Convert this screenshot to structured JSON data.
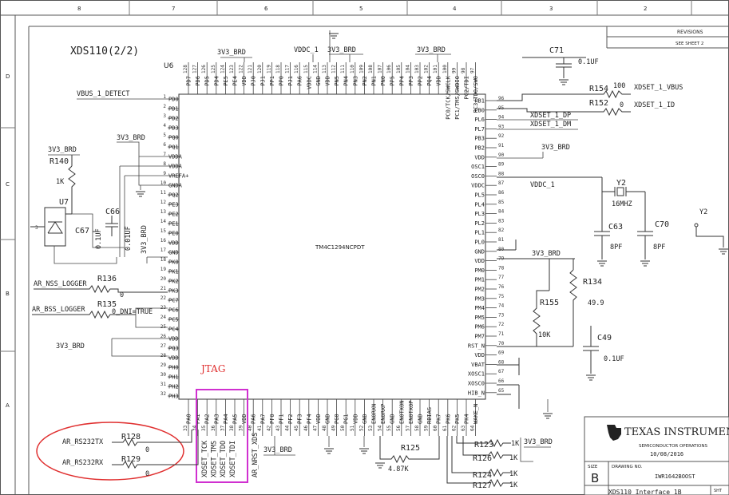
{
  "colors": {
    "jtag_box": "#d030d0",
    "jtag_label": "#e03030",
    "highlight": "#e03030",
    "wire": "#333333"
  },
  "frame": {
    "col_numbers": [
      "8",
      "7",
      "6",
      "5",
      "4",
      "3",
      "2"
    ],
    "row_letters": [
      "D",
      "C",
      "B",
      "A"
    ],
    "revisions_title": "REVISIONS",
    "revisions_note": "SEE SHEET 2"
  },
  "sheet_title": "XDS110(2/2)",
  "ic": {
    "refdes": "U6",
    "part": "TM4C1294NCPDT"
  },
  "left_pins": [
    {
      "n": "1",
      "name": "PD0"
    },
    {
      "n": "2",
      "name": "PD1"
    },
    {
      "n": "3",
      "name": "PD2"
    },
    {
      "n": "4",
      "name": "PD3"
    },
    {
      "n": "5",
      "name": "PQ0"
    },
    {
      "n": "6",
      "name": "PQ1"
    },
    {
      "n": "7",
      "name": "VDDA"
    },
    {
      "n": "8",
      "name": "VDDA"
    },
    {
      "n": "9",
      "name": "VREFA+"
    },
    {
      "n": "10",
      "name": "GNDA"
    },
    {
      "n": "11",
      "name": "PQ2"
    },
    {
      "n": "12",
      "name": "PE3"
    },
    {
      "n": "13",
      "name": "PE2"
    },
    {
      "n": "14",
      "name": "PE1"
    },
    {
      "n": "15",
      "name": "PE0"
    },
    {
      "n": "16",
      "name": "VDD"
    },
    {
      "n": "17",
      "name": "GND"
    },
    {
      "n": "18",
      "name": "PK0"
    },
    {
      "n": "19",
      "name": "PK1"
    },
    {
      "n": "20",
      "name": "PK2"
    },
    {
      "n": "21",
      "name": "PK3"
    },
    {
      "n": "22",
      "name": "PC7"
    },
    {
      "n": "23",
      "name": "PC6"
    },
    {
      "n": "24",
      "name": "PC5"
    },
    {
      "n": "25",
      "name": "PC4"
    },
    {
      "n": "26",
      "name": "VDD"
    },
    {
      "n": "27",
      "name": "PQ3"
    },
    {
      "n": "28",
      "name": "VDD"
    },
    {
      "n": "29",
      "name": "PH0"
    },
    {
      "n": "30",
      "name": "PH1"
    },
    {
      "n": "31",
      "name": "PH2"
    },
    {
      "n": "32",
      "name": "PH3"
    }
  ],
  "right_pins": [
    {
      "n": "96",
      "name": "PB1"
    },
    {
      "n": "95",
      "name": "PB0"
    },
    {
      "n": "94",
      "name": "PL6"
    },
    {
      "n": "93",
      "name": "PL7"
    },
    {
      "n": "92",
      "name": "PB3"
    },
    {
      "n": "91",
      "name": "PB2"
    },
    {
      "n": "90",
      "name": "VDD"
    },
    {
      "n": "89",
      "name": "OSC1"
    },
    {
      "n": "88",
      "name": "OSC0"
    },
    {
      "n": "87",
      "name": "VDDC"
    },
    {
      "n": "86",
      "name": "PL5"
    },
    {
      "n": "85",
      "name": "PL4"
    },
    {
      "n": "84",
      "name": "PL3"
    },
    {
      "n": "83",
      "name": "PL2"
    },
    {
      "n": "82",
      "name": "PL1"
    },
    {
      "n": "81",
      "name": "PL0"
    },
    {
      "n": "80",
      "name": "GND"
    },
    {
      "n": "79",
      "name": "VDD"
    },
    {
      "n": "78",
      "name": "PM0"
    },
    {
      "n": "77",
      "name": "PM1"
    },
    {
      "n": "76",
      "name": "PM2"
    },
    {
      "n": "75",
      "name": "PM3"
    },
    {
      "n": "74",
      "name": "PM4"
    },
    {
      "n": "73",
      "name": "PM5"
    },
    {
      "n": "72",
      "name": "PM6"
    },
    {
      "n": "71",
      "name": "PM7"
    },
    {
      "n": "70",
      "name": "RST_N"
    },
    {
      "n": "69",
      "name": "VDD"
    },
    {
      "n": "68",
      "name": "VBAT"
    },
    {
      "n": "67",
      "name": "XOSC1"
    },
    {
      "n": "66",
      "name": "XOSC0"
    },
    {
      "n": "65",
      "name": "HIB_N"
    }
  ],
  "top_pins": [
    {
      "n": "128",
      "name": "PD7"
    },
    {
      "n": "127",
      "name": "PD6"
    },
    {
      "n": "126",
      "name": "PD5"
    },
    {
      "n": "125",
      "name": "PD4"
    },
    {
      "n": "124",
      "name": "PE5"
    },
    {
      "n": "123",
      "name": "PE4"
    },
    {
      "n": "122",
      "name": "VDD"
    },
    {
      "n": "121",
      "name": "PJ0"
    },
    {
      "n": "120",
      "name": "PJ1"
    },
    {
      "n": "119",
      "name": "PP1"
    },
    {
      "n": "118",
      "name": "PP0"
    },
    {
      "n": "117",
      "name": "PJ1"
    },
    {
      "n": "116",
      "name": "PA6"
    },
    {
      "n": "115",
      "name": "VDDC"
    },
    {
      "n": "114",
      "name": "GND"
    },
    {
      "n": "113",
      "name": "VDD"
    },
    {
      "n": "112",
      "name": "PN5"
    },
    {
      "n": "111",
      "name": "PN4"
    },
    {
      "n": "110",
      "name": "PN3"
    },
    {
      "n": "109",
      "name": "PN2"
    },
    {
      "n": "108",
      "name": "PN1"
    },
    {
      "n": "107",
      "name": "PN0"
    },
    {
      "n": "106",
      "name": "PP5"
    },
    {
      "n": "105",
      "name": "PP4"
    },
    {
      "n": "104",
      "name": "PP3"
    },
    {
      "n": "103",
      "name": "PP2"
    },
    {
      "n": "102",
      "name": "PQ4"
    },
    {
      "n": "101",
      "name": "VDD"
    },
    {
      "n": "100",
      "name": "PC0/TCK/SWCLK"
    },
    {
      "n": "99",
      "name": "PC1/TMS/SWDIO"
    },
    {
      "n": "98",
      "name": "PC2/TDI"
    },
    {
      "n": "97",
      "name": "PC3/TDO/SWO"
    }
  ],
  "bottom_pins": [
    {
      "n": "33",
      "name": "PA0"
    },
    {
      "n": "34",
      "name": "PA1"
    },
    {
      "n": "35",
      "name": "PA2"
    },
    {
      "n": "36",
      "name": "PA3"
    },
    {
      "n": "37",
      "name": "PA4"
    },
    {
      "n": "38",
      "name": "PA5"
    },
    {
      "n": "39",
      "name": "VDD"
    },
    {
      "n": "40",
      "name": "PA6"
    },
    {
      "n": "41",
      "name": "PA7"
    },
    {
      "n": "42",
      "name": "PF0"
    },
    {
      "n": "43",
      "name": "PF1"
    },
    {
      "n": "44",
      "name": "PF2"
    },
    {
      "n": "45",
      "name": "PF3"
    },
    {
      "n": "46",
      "name": "PF4"
    },
    {
      "n": "47",
      "name": "VDD"
    },
    {
      "n": "48",
      "name": "GND"
    },
    {
      "n": "49",
      "name": "PG0"
    },
    {
      "n": "50",
      "name": "PG1"
    },
    {
      "n": "51",
      "name": "VDD"
    },
    {
      "n": "52",
      "name": "GND"
    },
    {
      "n": "53",
      "name": "EN0RXN"
    },
    {
      "n": "54",
      "name": "EN0RXP"
    },
    {
      "n": "55",
      "name": "GND"
    },
    {
      "n": "56",
      "name": "EN0TXON"
    },
    {
      "n": "57",
      "name": "EN0TXOP"
    },
    {
      "n": "58",
      "name": "GND"
    },
    {
      "n": "59",
      "name": "RBIAS"
    },
    {
      "n": "60",
      "name": "PK7"
    },
    {
      "n": "61",
      "name": "PK6"
    },
    {
      "n": "62",
      "name": "PK5"
    },
    {
      "n": "63",
      "name": "PK4"
    },
    {
      "n": "64",
      "name": "WAKE_N"
    }
  ],
  "nets": {
    "vbus_detect": "VBUS_1_DETECT",
    "v3_brd": "3V3_BRD",
    "vddc_1": "VDDC_1",
    "xdset_vbus": "XDSET_1_VBUS",
    "xdset_id": "XDSET_1_ID",
    "xdset_dp": "XDSET_1_DP",
    "xdset_dm": "XDSET_1_DM",
    "nss_logger": "AR_NSS_LOGGER",
    "bss_logger": "AR_BSS_LOGGER",
    "dni": "0_DNI=TRUE",
    "rs232tx": "AR_RS232TX",
    "rs232rx": "AR_RS232RX",
    "jtag": "JTAG",
    "jtag_tck": "XDSET_TCK",
    "jtag_tms": "XDSET_TMS",
    "jtag_tdo": "XDSET_TDO",
    "jtag_tdi": "XDSET_TDI",
    "nrst_xds": "AR_NRST_XDS"
  },
  "components": {
    "c71": {
      "ref": "C71",
      "val": "0.1UF"
    },
    "r154": {
      "ref": "R154",
      "val": "100"
    },
    "r152": {
      "ref": "R152",
      "val": "0"
    },
    "y2": {
      "ref": "Y2",
      "val": "16MHZ"
    },
    "c63": {
      "ref": "C63",
      "val": "8PF"
    },
    "c70": {
      "ref": "C70",
      "val": "8PF"
    },
    "r134": {
      "ref": "R134",
      "val": "49.9"
    },
    "r155": {
      "ref": "R155",
      "val": "10K"
    },
    "c49": {
      "ref": "C49",
      "val": "0.1UF"
    },
    "r140": {
      "ref": "R140",
      "val": "1K"
    },
    "u7": {
      "ref": "U7",
      "pin": "3"
    },
    "c66": {
      "ref": "C66",
      "val": "0.01UF"
    },
    "c67": {
      "ref": "C67",
      "val": "0.1UF"
    },
    "r136": {
      "ref": "R136",
      "val": "0"
    },
    "r135": {
      "ref": "R135"
    },
    "r128": {
      "ref": "R128",
      "val": "0"
    },
    "r129": {
      "ref": "R129",
      "val": "0"
    },
    "r125": {
      "ref": "R125",
      "val": "4.87K"
    },
    "r123": {
      "ref": "R123",
      "val": "1K"
    },
    "r126": {
      "ref": "R126",
      "val": "1K"
    },
    "r124": {
      "ref": "R124",
      "val": "1K"
    },
    "r127": {
      "ref": "R127",
      "val": "1K"
    },
    "y2_right": {
      "ref": "Y2"
    }
  },
  "title_block": {
    "company": "TEXAS INSTRUMENTS",
    "dept": "SEMICONDUCTOR OPERATIONS",
    "date": "10/08/2016",
    "size_label": "SIZE",
    "size": "B",
    "dwg_label": "DRAWING NO.",
    "dwg_no": "IWR1642BOOST",
    "sheet_label": "SHT",
    "doc_title": "XDS110 Interface 1B"
  }
}
